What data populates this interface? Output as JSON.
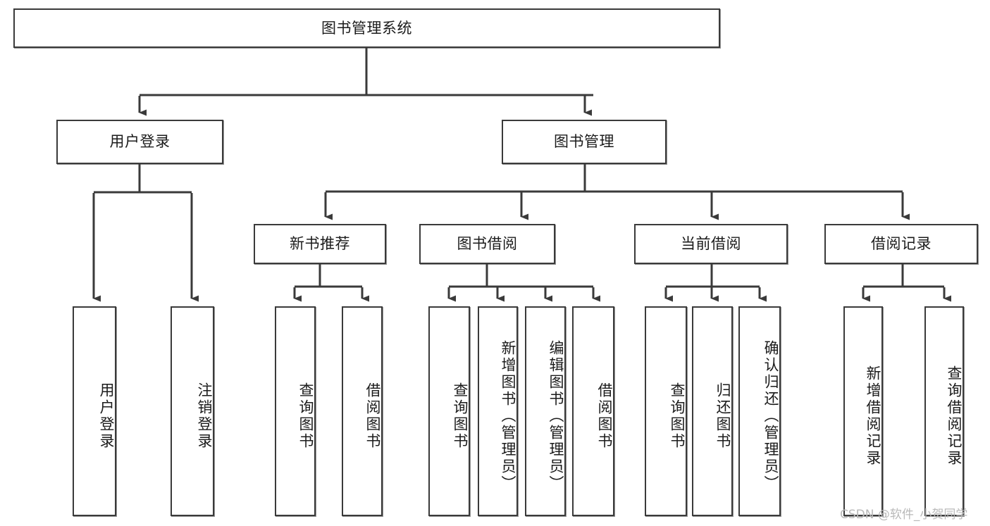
{
  "diagram": {
    "title": "图书管理系统",
    "type": "tree-hierarchy-diagram",
    "colors": {
      "background": "#ffffff",
      "box_border": "#3a3a3a",
      "box_fill": "#ffffff",
      "connector": "#3a3a3a",
      "text": "#1b1b1b",
      "watermark": "#b9b9b9"
    },
    "root": {
      "label": "图书管理系统"
    },
    "level2": [
      {
        "id": "user-login",
        "label": "用户登录"
      },
      {
        "id": "book-management",
        "label": "图书管理"
      }
    ],
    "level3": [
      {
        "id": "new-book-recommend",
        "label": "新书推荐"
      },
      {
        "id": "book-borrow",
        "label": "图书借阅"
      },
      {
        "id": "current-borrow",
        "label": "当前借阅"
      },
      {
        "id": "borrow-record",
        "label": "借阅记录"
      }
    ],
    "leaves": {
      "user_login": [
        {
          "id": "leaf-user-login",
          "label": "用户登录"
        },
        {
          "id": "leaf-logout",
          "label": "注销登录"
        }
      ],
      "new_book_recommend": [
        {
          "id": "leaf-query-book-1",
          "label": "查询图书"
        },
        {
          "id": "leaf-borrow-book-1",
          "label": "借阅图书"
        }
      ],
      "book_borrow": [
        {
          "id": "leaf-query-book-2",
          "label": "查询图书"
        },
        {
          "id": "leaf-add-book",
          "label": "新增图书（管理员）"
        },
        {
          "id": "leaf-edit-book",
          "label": "编辑图书（管理员）"
        },
        {
          "id": "leaf-borrow-book-2",
          "label": "借阅图书"
        }
      ],
      "current_borrow": [
        {
          "id": "leaf-query-book-3",
          "label": "查询图书"
        },
        {
          "id": "leaf-return-book",
          "label": "归还图书"
        },
        {
          "id": "leaf-confirm-return",
          "label": "确认归还（管理员）"
        }
      ],
      "borrow_record": [
        {
          "id": "leaf-add-record",
          "label": "新增借阅记录"
        },
        {
          "id": "leaf-query-record",
          "label": "查询借阅记录"
        }
      ]
    },
    "watermark": "CSDN @软件_小贺同学"
  }
}
